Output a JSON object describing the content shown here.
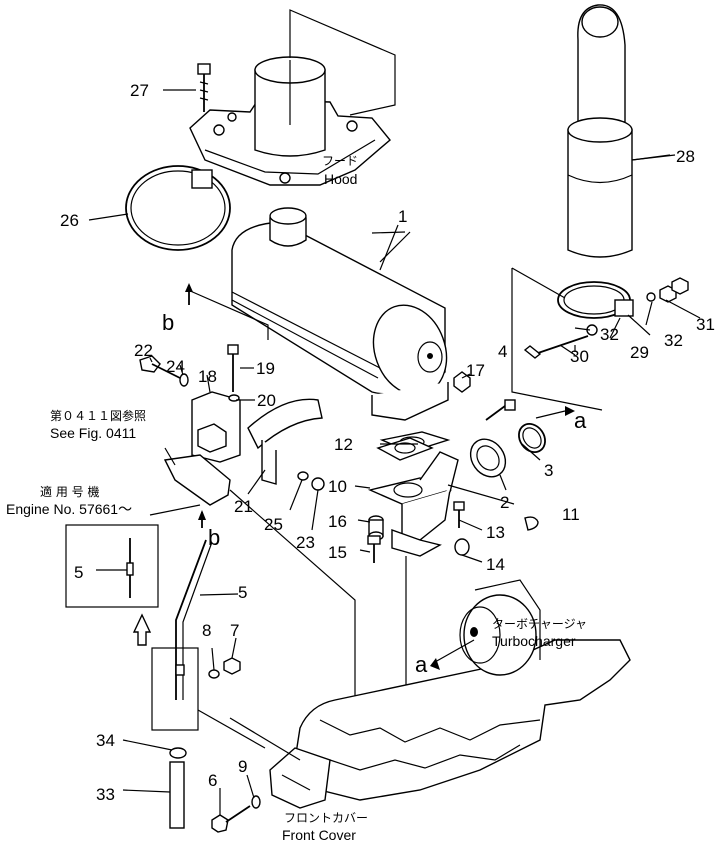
{
  "labels": {
    "hood_jp": "フード",
    "hood_en": "Hood",
    "see_fig_jp": "第０４１１図参照",
    "see_fig_en": "See Fig. 0411",
    "engine_jp": "適 用 号 機",
    "engine_en": "Engine No. 57661～",
    "turbo_jp": "ターボチャージャ",
    "turbo_en": "Turbocharger",
    "front_jp": "フロントカバー",
    "front_en": "Front Cover",
    "view_a1": "a",
    "view_a2": "a",
    "view_b1": "b",
    "view_b2": "b"
  },
  "parts": {
    "p1": "1",
    "p2": "2",
    "p3": "3",
    "p4": "4",
    "p5a": "5",
    "p5b": "5",
    "p6": "6",
    "p7": "7",
    "p8": "8",
    "p9": "9",
    "p10": "10",
    "p11": "11",
    "p12": "12",
    "p13": "13",
    "p14": "14",
    "p15": "15",
    "p16": "16",
    "p17": "17",
    "p18": "18",
    "p19": "19",
    "p20": "20",
    "p21": "21",
    "p22": "22",
    "p23": "23",
    "p24": "24",
    "p25": "25",
    "p26": "26",
    "p27": "27",
    "p28": "28",
    "p29": "29",
    "p30": "30",
    "p31": "31",
    "p32a": "32",
    "p32b": "32",
    "p33": "33",
    "p34": "34"
  }
}
